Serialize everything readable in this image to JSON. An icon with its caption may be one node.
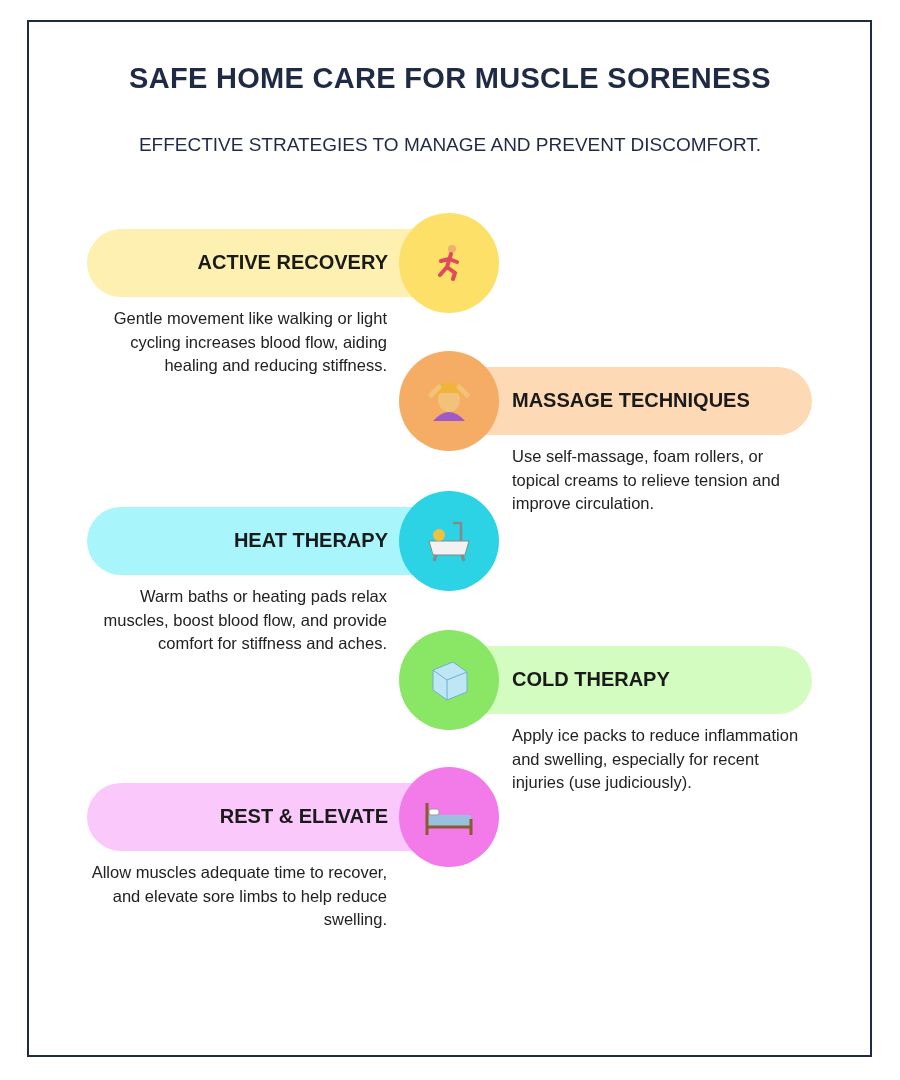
{
  "diagram": {
    "title": "SAFE HOME CARE FOR MUSCLE SORENESS",
    "caption": "EFFECTIVE STRATEGIES TO MANAGE AND PREVENT DISCOMFORT.",
    "nodes": [
      {
        "text": [
          "ACTIVE RECOVERY"
        ],
        "beside": [
          "Gentle movement like walking or light cycling increases blood flow, aiding healing and reducing stiffness."
        ]
      },
      {
        "text": [
          "MASSAGE TECHNIQUES"
        ],
        "beside": [
          "Use self-massage, foam rollers, or topical creams to relieve tension and improve circulation."
        ]
      },
      {
        "text": [
          "HEAT THERAPY"
        ],
        "beside": [
          "Warm baths or heating pads relax muscles, boost blood flow, and provide comfort for stiffness and aches."
        ]
      },
      {
        "text": [
          "COLD THERAPY"
        ],
        "beside": [
          "Apply ice packs to reduce inflammation and swelling, especially for recent injuries (use judiciously)."
        ]
      },
      {
        "text": [
          "REST & ELEVATE"
        ],
        "beside": [
          "Allow muscles adequate time to recover, and elevate sore limbs to help reduce swelling."
        ]
      }
    ]
  }
}
